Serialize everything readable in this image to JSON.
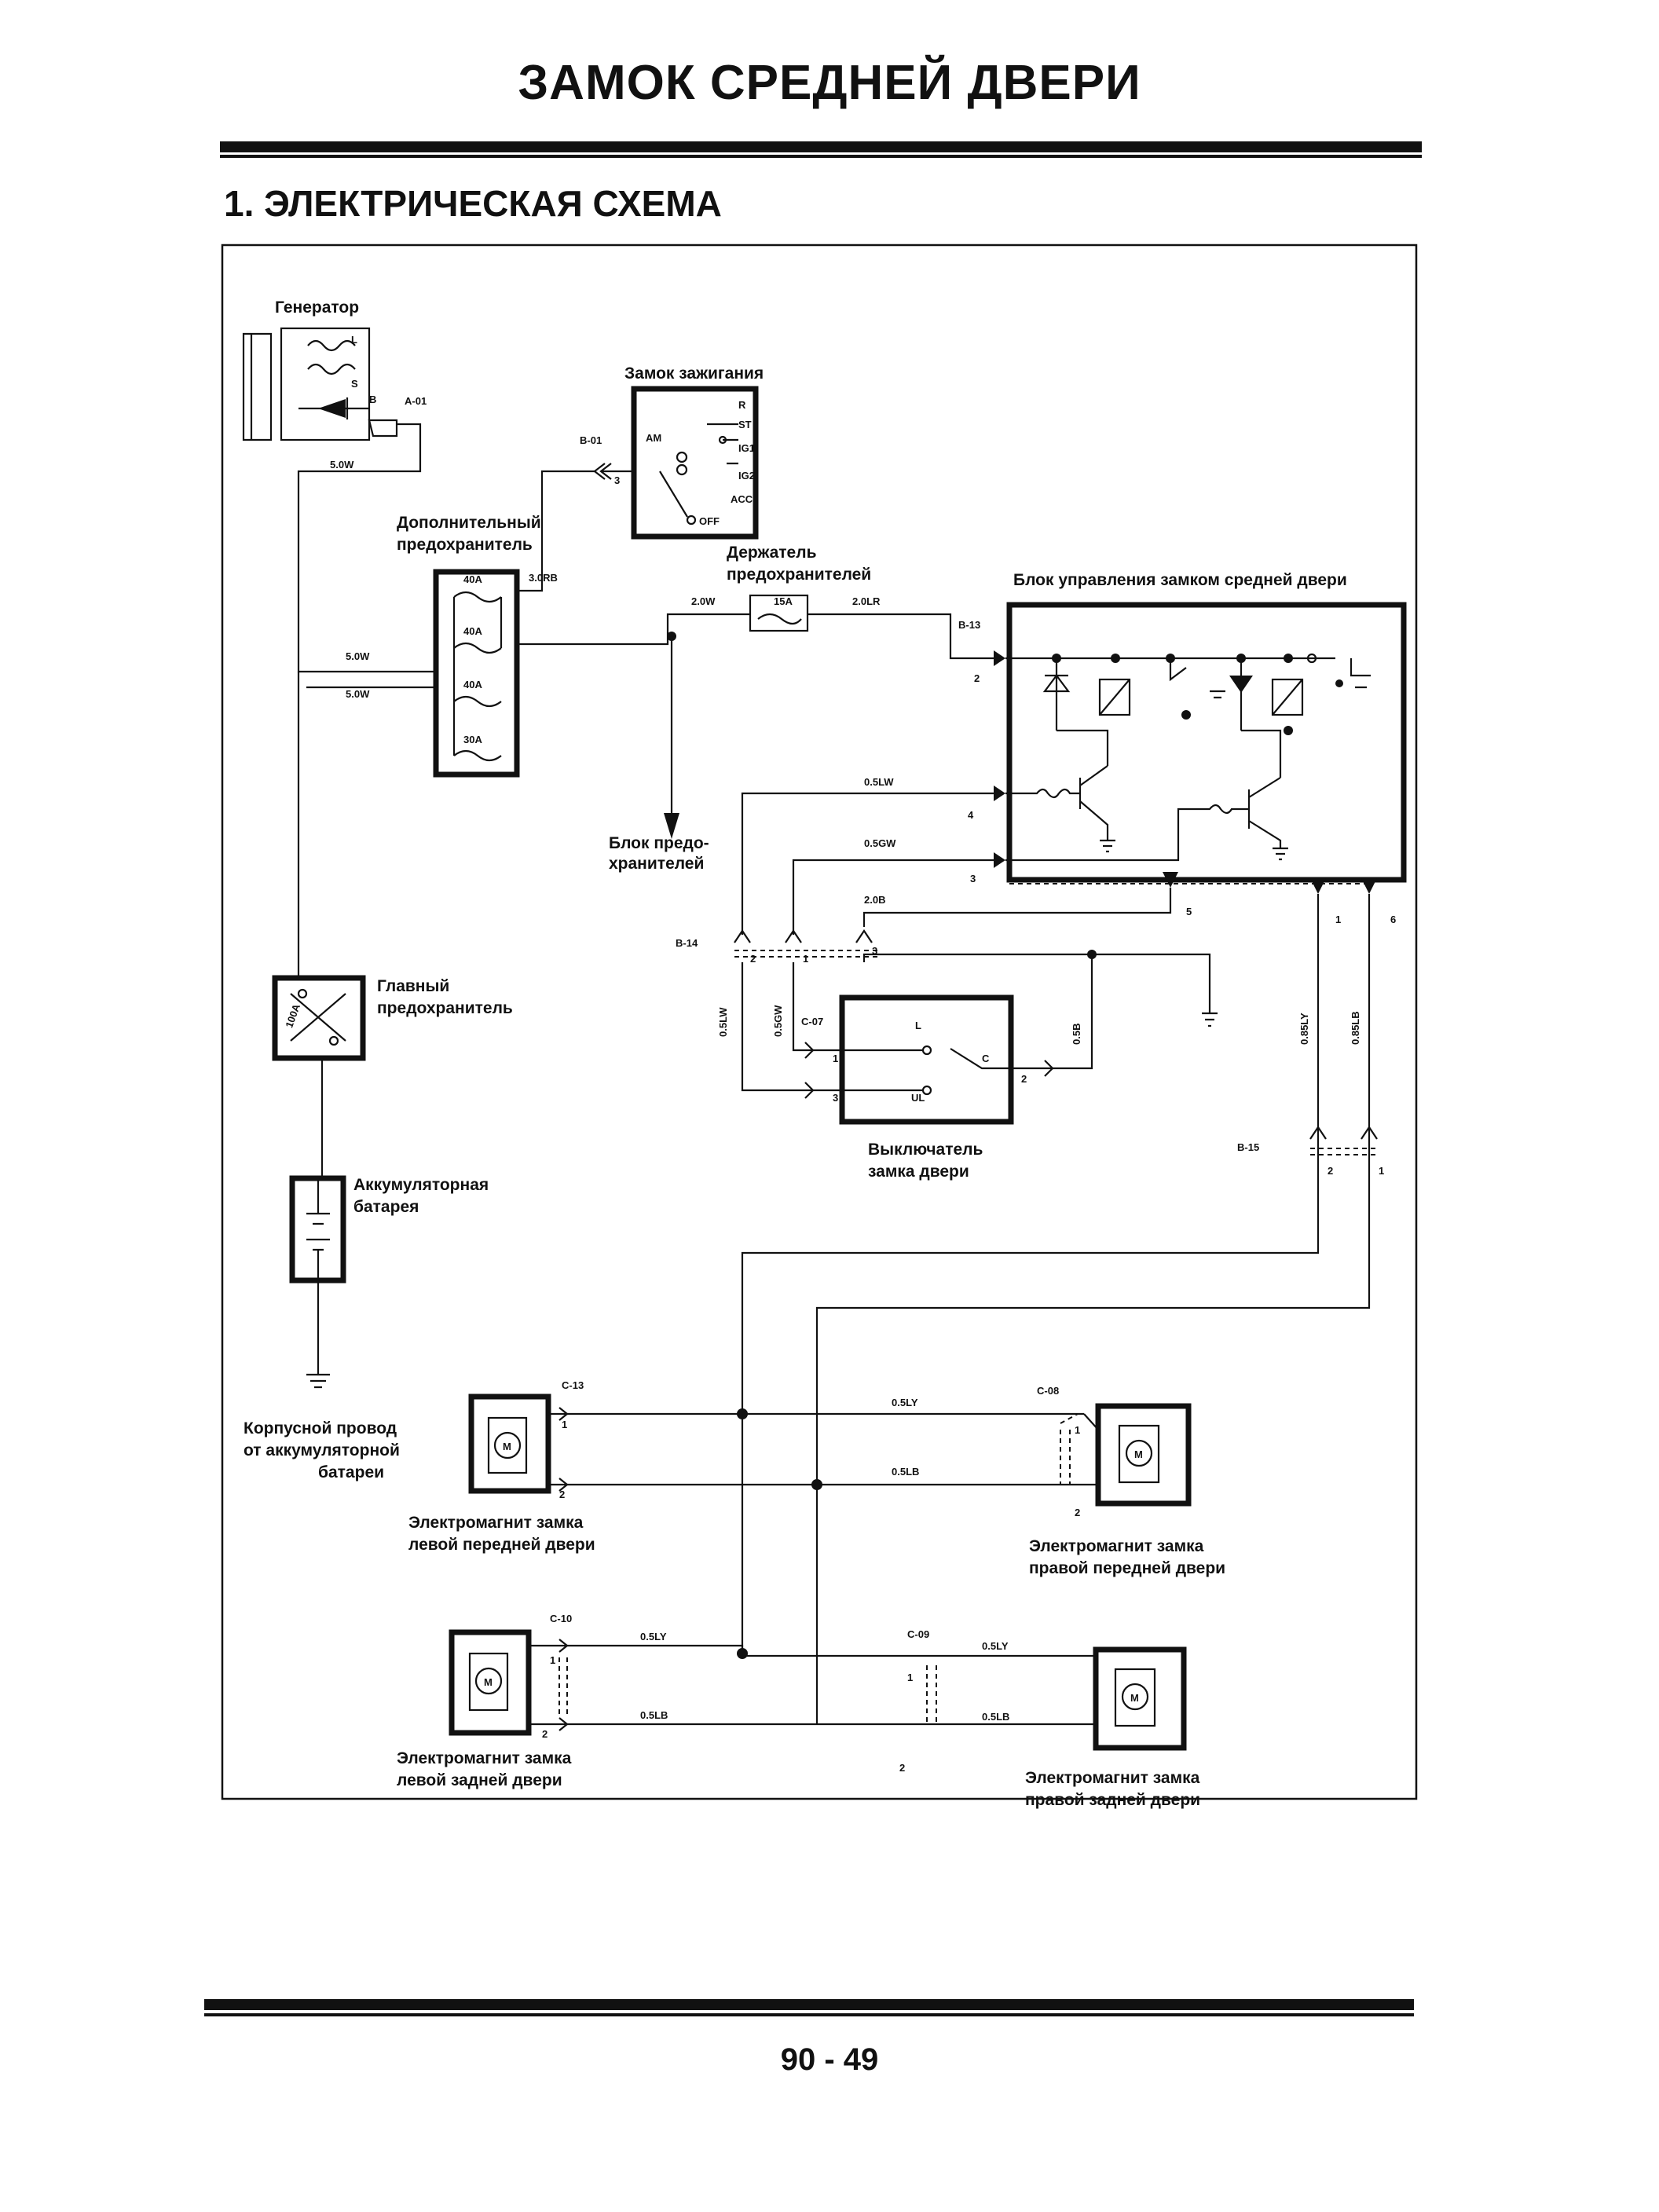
{
  "header": {
    "title": "ЗАМОК СРЕДНЕЙ ДВЕРИ",
    "section": "1. ЭЛЕКТРИЧЕСКАЯ СХЕМА"
  },
  "footer": {
    "page": "90 - 49"
  },
  "components": {
    "generator": {
      "label": "Генератор",
      "pin_l": "L",
      "pin_s": "S",
      "pin_b": "B",
      "connector": "A-01"
    },
    "ignition": {
      "label": "Замок зажигания",
      "connector": "B-01",
      "pin": "3",
      "am": "AM",
      "st": "ST",
      "ig1": "IG1",
      "ig2": "IG2",
      "acc": "ACC",
      "off": "OFF",
      "r": "R"
    },
    "aux_fuse": {
      "label1": "Дополнительный",
      "label2": "предохранитель",
      "f1": "40A",
      "f2": "40A",
      "f3": "40A",
      "f4": "30A"
    },
    "fuse_holder": {
      "label1": "Держатель",
      "label2": "предохранителей",
      "rating": "15A"
    },
    "fuse_block": {
      "label1": "Блок предо-",
      "label2": "хранителей"
    },
    "control_unit": {
      "label": "Блок управления замком средней двери",
      "connector": "B-13",
      "pin2": "2",
      "pin4": "4",
      "pin3": "3",
      "pin5": "5",
      "pin1": "1",
      "pin6": "6"
    },
    "main_fuse": {
      "label1": "Главный",
      "label2": "предохранитель",
      "rating": "100A"
    },
    "battery": {
      "label1": "Аккумуляторная",
      "label2": "батарея"
    },
    "ground": {
      "label1": "Корпусной провод",
      "label2": "от аккумуляторной",
      "label3": "батареи"
    },
    "door_switch": {
      "label1": "Выключатель",
      "label2": "замка двери",
      "connector": "C-07",
      "pin_l": "L",
      "pin_c": "C",
      "pin_ul": "UL",
      "pin1": "1",
      "pin2": "2",
      "pin3": "3"
    },
    "b14": {
      "connector": "B-14",
      "pin2": "2",
      "pin1": "1",
      "pin3": "3"
    },
    "b15": {
      "connector": "B-15",
      "pin2": "2",
      "pin1": "1"
    },
    "lf_door": {
      "label1": "Электромагнит замка",
      "label2": "левой передней двери",
      "connector": "C-13",
      "pin1": "1",
      "pin2": "2"
    },
    "rf_door": {
      "label1": "Электромагнит замка",
      "label2": "правой передней двери",
      "connector": "C-08",
      "pin1": "1",
      "pin2": "2"
    },
    "lr_door": {
      "label1": "Электромагнит замка",
      "label2": "левой задней двери",
      "connector": "C-10",
      "pin1": "1",
      "pin2": "2"
    },
    "rr_door": {
      "label1": "Электромагнит замка",
      "label2": "правой задней двери",
      "connector": "C-09",
      "pin1": "1",
      "pin2": "2"
    },
    "motor": "M"
  },
  "wires": {
    "w50a": "5.0W",
    "w50b": "5.0W",
    "w50c": "5.0W",
    "w30rb": "3.0RB",
    "w20w": "2.0W",
    "w20lr": "2.0LR",
    "w05lw": "0.5LW",
    "w05gw": "0.5GW",
    "w20b": "2.0B",
    "w05lw_v": "0.5LW",
    "w05gw_v": "0.5GW",
    "w05b": "0.5B",
    "w085ly": "0.85LY",
    "w085lb": "0.85LB",
    "w_f_ly": "0.5LY",
    "w_f_lb": "0.5LB",
    "w_rl_ly": "0.5LY",
    "w_rl_lb": "0.5LB",
    "w_rr_ly": "0.5LY",
    "w_rr_lb": "0.5LB"
  }
}
